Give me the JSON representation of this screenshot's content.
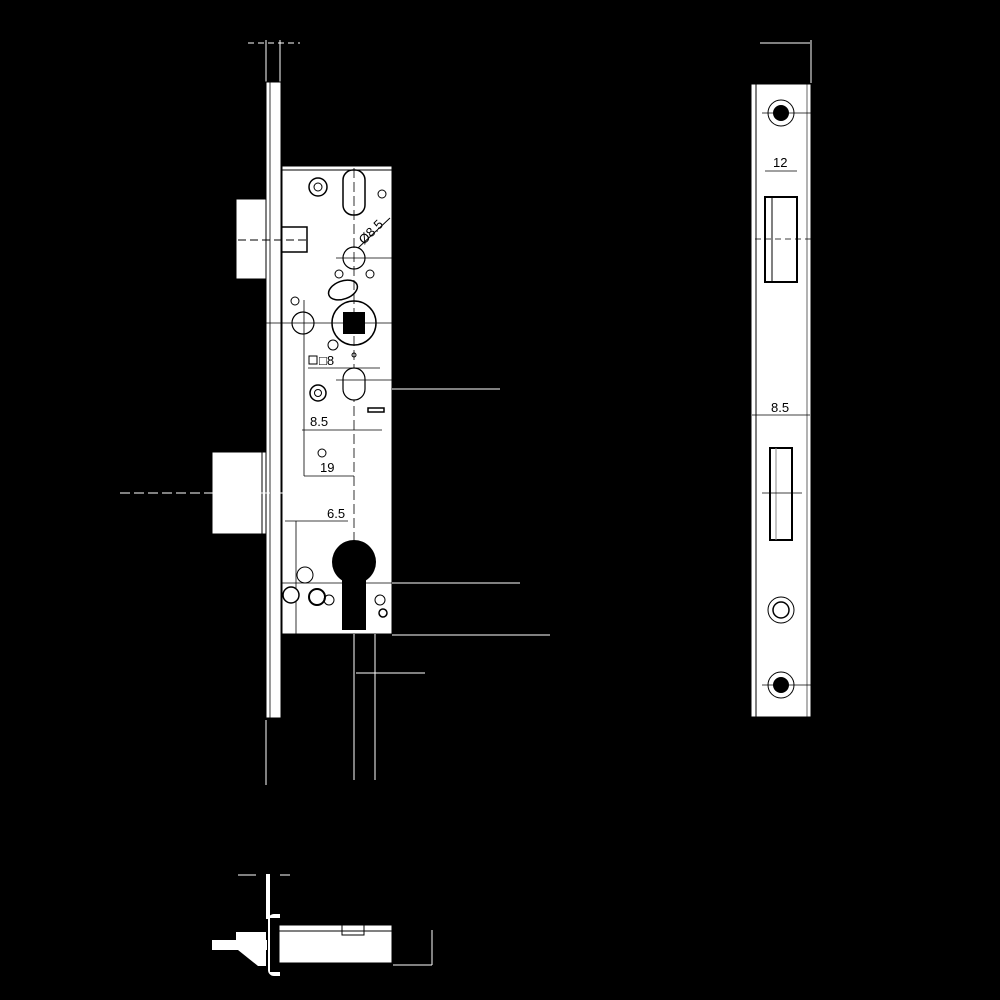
{
  "drawing": {
    "subject": "mortise lock technical drawing",
    "colors": {
      "background": "#000000",
      "part": "#ffffff",
      "line": "#000000"
    },
    "dimensions": {
      "follower_hole": "Ø8.5",
      "square_spindle": "□8",
      "slot_width": "8.5",
      "backset_offset": "19",
      "cylinder_offset": "6.5"
    },
    "faceplate": {
      "latch_width": "12",
      "bolt_width": "8.5"
    }
  }
}
